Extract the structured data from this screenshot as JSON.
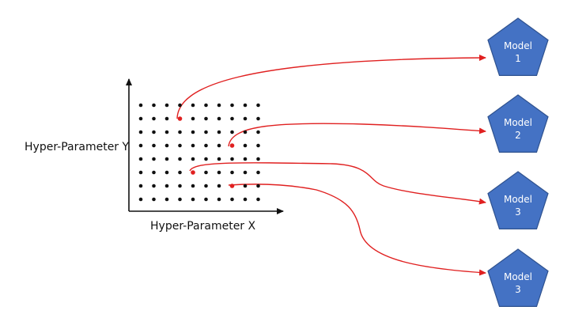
{
  "axes": {
    "x_label": "Hyper-Parameter X",
    "y_label": "Hyper-Parameter Y"
  },
  "grid": {
    "columns": 10,
    "rows": 8,
    "dot_color": "#111111",
    "selected_color": "#e02020"
  },
  "selections": [
    {
      "col": 3,
      "row": 1
    },
    {
      "col": 7,
      "row": 3
    },
    {
      "col": 4,
      "row": 5
    },
    {
      "col": 7,
      "row": 6
    }
  ],
  "models": [
    {
      "line1": "Model",
      "line2": "1"
    },
    {
      "line1": "Model",
      "line2": "2"
    },
    {
      "line1": "Model",
      "line2": "3"
    },
    {
      "line1": "Model",
      "line2": "3"
    }
  ],
  "colors": {
    "model_fill": "#4472c4",
    "model_stroke": "#2f528f",
    "connector": "#e02020",
    "axis": "#111111"
  }
}
